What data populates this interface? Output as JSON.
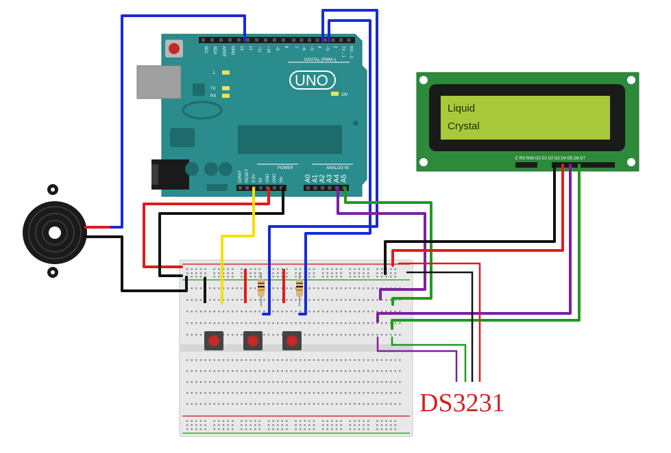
{
  "arduino": {
    "model": "UNO",
    "digital_label": "DIGITAL (PWM~)",
    "power_label": "POWER",
    "analog_label": "ANALOG IN",
    "led_l": "L",
    "led_tx": "TX",
    "led_rx": "RX",
    "led_on": "ON",
    "top_pins": [
      "SCL",
      "SDA",
      "AREF",
      "GND",
      "13",
      "12",
      "~11",
      "~10",
      "~9",
      "8",
      "7",
      "~6",
      "~5",
      "4",
      "~3",
      "2",
      "TX→1",
      "RX←0"
    ],
    "power_pins": [
      "IOREF",
      "RESET",
      "3.3V",
      "5V",
      "GND",
      "GND",
      "Vin"
    ],
    "analog_pins": [
      "A0",
      "A1",
      "A2",
      "A3",
      "A4",
      "A5"
    ]
  },
  "lcd": {
    "line1": "Liquid",
    "line2": "Crystal",
    "pin_labels": "E RS R/W     D0 D1 D2 D3 D4 D5 D6 D7"
  },
  "module": {
    "label": "DS3231"
  },
  "colors": {
    "board": "#2a8c8c",
    "blue_wire": "#1a2ad6",
    "red_wire": "#e01b1b",
    "black_wire": "#111111",
    "yellow_wire": "#f4e100",
    "green_wire": "#1f9a1f",
    "purple_wire": "#7d1fa0",
    "lcd_screen": "#a9c93b"
  }
}
